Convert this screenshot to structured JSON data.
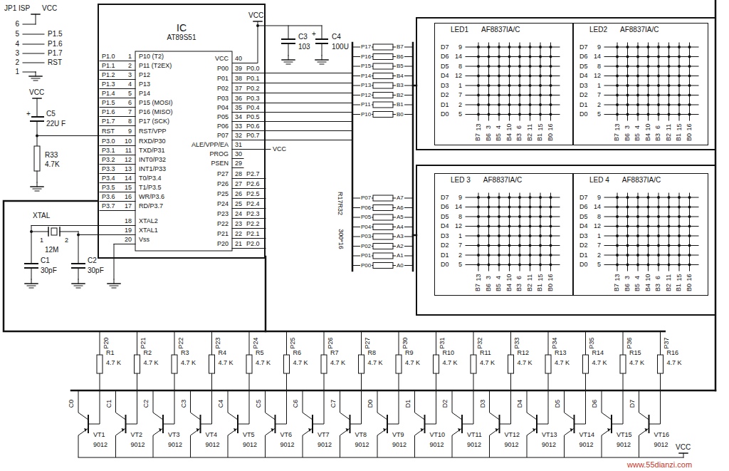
{
  "diagram": {
    "nodes": [
      {
        "text": [
          "IC",
          "AT89S51"
        ]
      },
      {
        "text": [
          "LED1",
          "AF8837IA/C"
        ]
      },
      {
        "text": [
          "LED2",
          "AF8837IA/C"
        ]
      },
      {
        "text": [
          "LED 3",
          "AF8837IA/C"
        ]
      },
      {
        "text": [
          "LED 4",
          "AF8837IA/C"
        ]
      }
    ],
    "labels": [
      "JP1 ISP",
      "VCC",
      "6",
      "5",
      "4",
      "3",
      "2",
      "1",
      "P1.5",
      "P1.6",
      "P1.7",
      "RST",
      "VCC",
      "+",
      "C5",
      "22U F",
      "R33",
      "4.7K",
      "P1.0",
      "1",
      "P10 (T2)",
      "P1.1",
      "2",
      "P11 (T2EX)",
      "P1.2",
      "3",
      "P12",
      "P1.3",
      "4",
      "P13",
      "P1.4",
      "5",
      "P14",
      "P1.5",
      "6",
      "P15 (MOSI)",
      "P1.6",
      "7",
      "P16 (MISO)",
      "P1.7",
      "8",
      "P17 (SCK)",
      "RST",
      "9",
      "RST/VPP",
      "P3.0",
      "10",
      "RXD/P30",
      "P3.1",
      "11",
      "TXD/P31",
      "P3.2",
      "12",
      "INT0/P32",
      "P3.3",
      "13",
      "INT1/P33",
      "P3.4",
      "14",
      "T0/P3.4",
      "P3.5",
      "15",
      "T1/P3.5",
      "P3.6",
      "16",
      "WR/P3.6",
      "P3.7",
      "17",
      "RD/P3.7",
      "18",
      "XTAL2",
      "19",
      "XTAL1",
      "20",
      "Vss",
      "VCC",
      "40",
      "P00",
      "39",
      "P0.0",
      "P01",
      "38",
      "P0.1",
      "P02",
      "37",
      "P0.2",
      "P03",
      "36",
      "P0.3",
      "P04",
      "35",
      "P0.4",
      "P05",
      "34",
      "P0.5",
      "P06",
      "33",
      "P0.6",
      "P07",
      "32",
      "P0.7",
      "ALE/VPP/EA",
      "31",
      "PROG",
      "30",
      "PSEN",
      "29",
      "P27",
      "28",
      "P2.7",
      "P26",
      "27",
      "P2.6",
      "P25",
      "26",
      "P2.5",
      "P24",
      "25",
      "P2.4",
      "P23",
      "24",
      "P2.3",
      "P22",
      "23",
      "P2.2",
      "P21",
      "22",
      "P2.1",
      "P20",
      "21",
      "P2.0",
      "VCC",
      "VCC",
      "C3",
      "103",
      "+",
      "C4",
      "100U",
      "XTAL",
      "1",
      "2",
      "12M",
      "C1",
      "30pF",
      "C2",
      "30pF",
      "P17",
      "B7",
      "P16",
      "B6",
      "P15",
      "B5",
      "P14",
      "B4",
      "P13",
      "B3",
      "P12",
      "B2",
      "P11",
      "B1",
      "P10",
      "B0",
      "P07",
      "A7",
      "P06",
      "A6",
      "P05",
      "A5",
      "P04",
      "A4",
      "P03",
      "A3",
      "P02",
      "A2",
      "P01",
      "A1",
      "P00",
      "A0",
      "R17R32",
      "300*16",
      "D7",
      "9",
      "D6",
      "14",
      "D5",
      "8",
      "D4",
      "12",
      "D3",
      "1",
      "D2",
      "7",
      "D1",
      "2",
      "D0",
      "5",
      "13",
      "B7",
      "3",
      "B6",
      "4",
      "B5",
      "10",
      "B4",
      "6",
      "B3",
      "11",
      "B2",
      "15",
      "B1",
      "16",
      "B0",
      "D7",
      "9",
      "D6",
      "14",
      "D5",
      "8",
      "D4",
      "12",
      "D3",
      "1",
      "D2",
      "7",
      "D1",
      "2",
      "D0",
      "5",
      "13",
      "B7",
      "3",
      "B6",
      "4",
      "B5",
      "10",
      "B4",
      "6",
      "B3",
      "11",
      "B2",
      "15",
      "B1",
      "16",
      "B0",
      "D7",
      "9",
      "D6",
      "14",
      "D5",
      "8",
      "D4",
      "12",
      "D3",
      "1",
      "D2",
      "7",
      "D1",
      "2",
      "D0",
      "5",
      "13",
      "B7",
      "3",
      "B6",
      "4",
      "B5",
      "10",
      "B4",
      "6",
      "B3",
      "11",
      "B2",
      "15",
      "B1",
      "16",
      "B0",
      "D7",
      "9",
      "D6",
      "14",
      "D5",
      "8",
      "D4",
      "12",
      "D3",
      "1",
      "D2",
      "7",
      "D1",
      "2",
      "D0",
      "5",
      "13",
      "B7",
      "3",
      "B6",
      "4",
      "B5",
      "10",
      "B4",
      "6",
      "B3",
      "11",
      "B2",
      "15",
      "B1",
      "16",
      "B0",
      "P20",
      "R1",
      "4.7 K",
      "C0",
      "VT1",
      "9012",
      "P21",
      "R2",
      "4.7 K",
      "C1",
      "VT2",
      "9012",
      "P22",
      "R3",
      "4.7 K",
      "C2",
      "VT3",
      "9012",
      "P23",
      "R4",
      "4.7 K",
      "C3",
      "VT4",
      "9012",
      "P24",
      "R5",
      "4.7 K",
      "C4",
      "VT5",
      "9012",
      "P25",
      "R6",
      "4.7 K",
      "C5",
      "VT6",
      "9012",
      "P26",
      "R7",
      "4.7 K",
      "C6",
      "VT7",
      "9012",
      "P27",
      "R8",
      "4.7 K",
      "C7",
      "VT8",
      "9012",
      "P30",
      "R9",
      "4.7 K",
      "D0",
      "VT9",
      "9012",
      "P31",
      "R10",
      "4.7 K",
      "D1",
      "VT10",
      "9012",
      "P32",
      "R11",
      "4.7 K",
      "D2",
      "VT11",
      "9012",
      "P33",
      "R12",
      "4.7 K",
      "D3",
      "VT12",
      "9012",
      "P34",
      "R13",
      "4.7 K",
      "D4",
      "VT13",
      "9012",
      "P35",
      "R14",
      "4.7 K",
      "D5",
      "VT14",
      "9012",
      "P36",
      "R15",
      "4.7 K",
      "D6",
      "VT15",
      "9012",
      "P37",
      "R16",
      "4.7 K",
      "D7",
      "VT16",
      "9012",
      "VCC",
      "www.55dianzi.com"
    ]
  }
}
